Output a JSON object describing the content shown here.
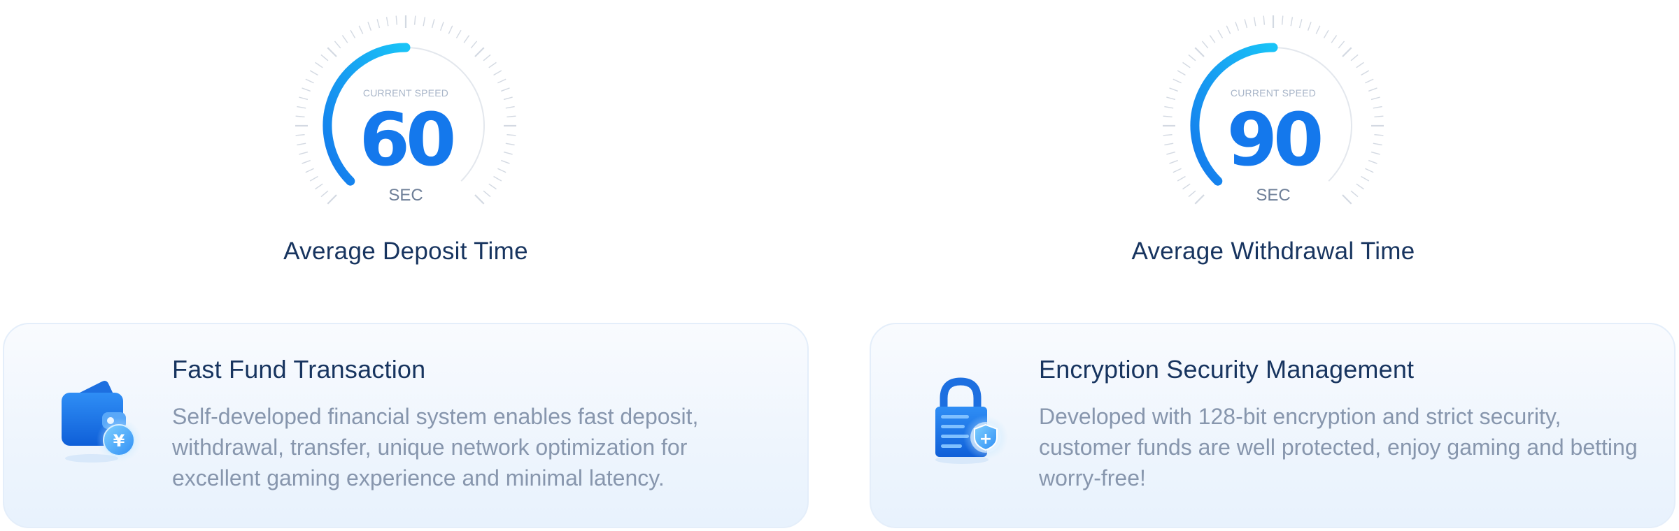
{
  "gauges": [
    {
      "caption": "CURRENT SPEED",
      "value": "60",
      "unit": "SEC",
      "title": "Average Deposit Time",
      "level": 0.5
    },
    {
      "caption": "CURRENT SPEED",
      "value": "90",
      "unit": "SEC",
      "title": "Average Withdrawal Time",
      "level": 0.5
    }
  ],
  "cards": [
    {
      "title": "Fast Fund Transaction",
      "description": "Self-developed financial system enables fast deposit, withdrawal, transfer, unique network optimization for excellent gaming experience and minimal latency.",
      "icon": "wallet-yuan-icon",
      "currency_symbol": "¥"
    },
    {
      "title": "Encryption Security Management",
      "description": "Developed with 128-bit encryption and strict security, customer funds are well protected, enjoy gaming and betting worry-free!",
      "icon": "padlock-shield-icon",
      "shield_symbol": "+"
    }
  ],
  "colors": {
    "accent_blue": "#1478ec",
    "accent_cyan": "#19c3f7",
    "title_navy": "#17345f",
    "body_gray": "#8796ad",
    "tick_gray": "#d3d9e2"
  }
}
